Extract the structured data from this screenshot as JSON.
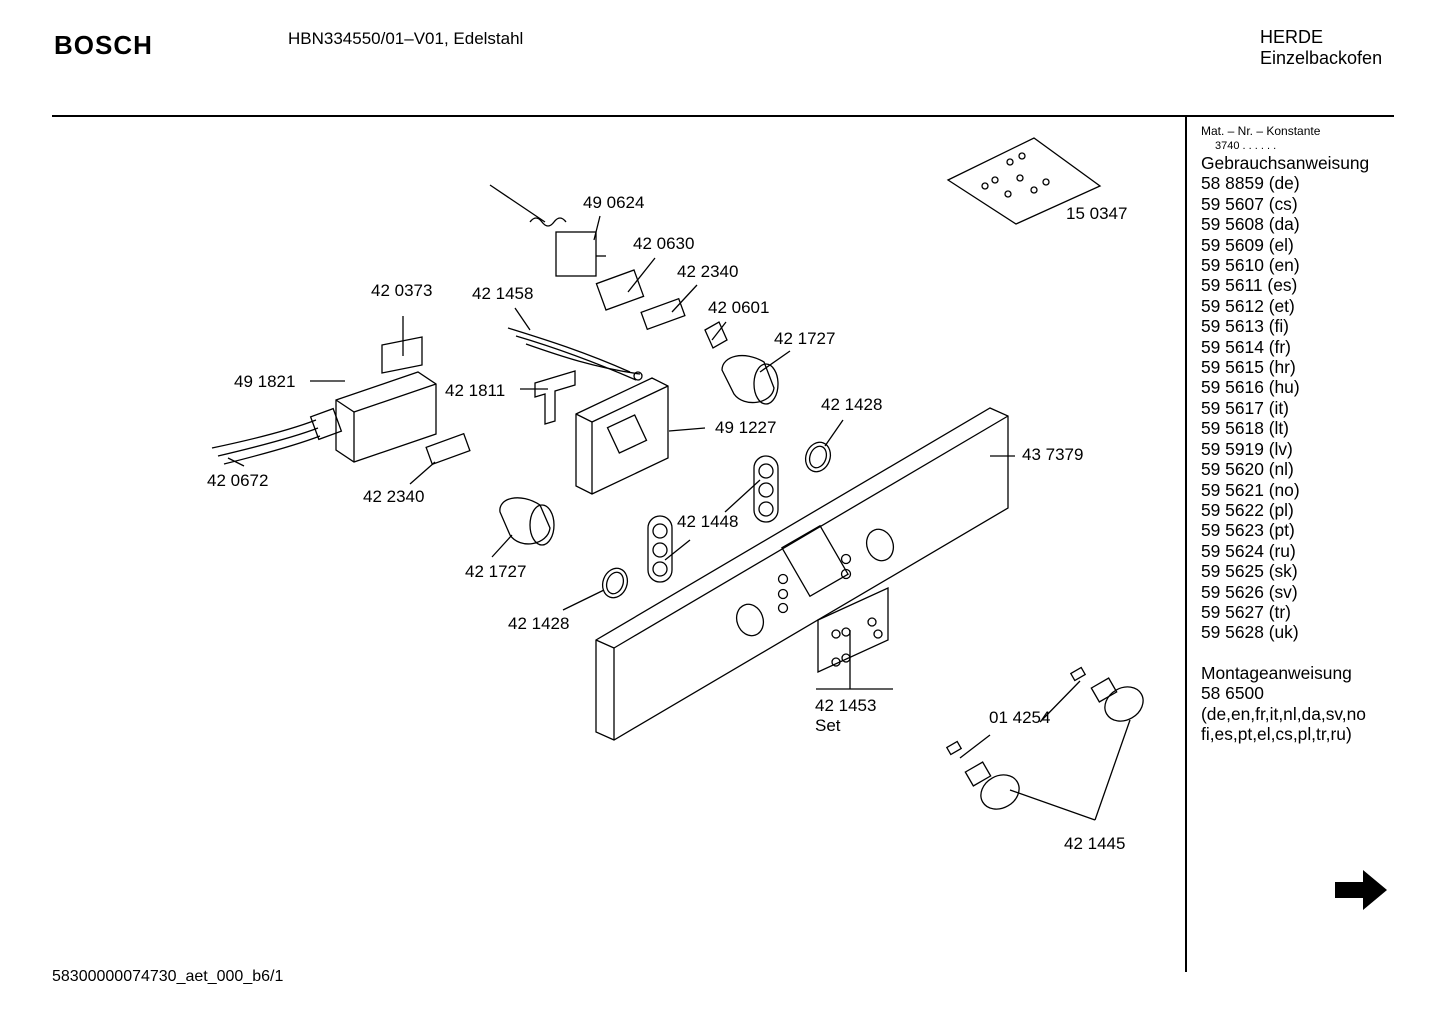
{
  "header": {
    "brand": "BOSCH",
    "model": "HBN334550/01–V01, Edelstahl",
    "category_line1": "HERDE",
    "category_line2": "Einzelbackofen"
  },
  "sidebar": {
    "mat_label": "Mat. – Nr. – Konstante",
    "mat_value": "3740 .  .  .  .  .  .",
    "manual_title": "Gebrauchsanweisung",
    "manuals": [
      "58 8859 (de)",
      "59 5607 (cs)",
      "59 5608 (da)",
      "59 5609 (el)",
      "59 5610 (en)",
      "59 5611 (es)",
      "59 5612 (et)",
      "59 5613 (fi)",
      "59 5614 (fr)",
      "59 5615 (hr)",
      "59 5616 (hu)",
      "59 5617 (it)",
      "59 5618 (lt)",
      "59 5919 (lv)",
      "59 5620 (nl)",
      "59 5621 (no)",
      "59 5622 (pl)",
      "59 5623 (pt)",
      "59 5624 (ru)",
      "59 5625 (sk)",
      "59 5626 (sv)",
      "59 5627 (tr)",
      "59 5628 (uk)"
    ],
    "mount_title": "Montageanweisung",
    "mount_number": "58 6500",
    "mount_lang1": "(de,en,fr,it,nl,da,sv,no",
    "mount_lang2": "fi,es,pt,el,cs,pl,tr,ru)"
  },
  "parts": {
    "p490624": "49 0624",
    "p420630": "42 0630",
    "p422340a": "42 2340",
    "p420373": "42 0373",
    "p421458": "42 1458",
    "p420601": "42 0601",
    "p421727a": "42 1727",
    "p491821": "49 1821",
    "p421811": "42 1811",
    "p421428a": "42 1428",
    "p491227": "49 1227",
    "p437379": "43 7379",
    "p420672": "42 0672",
    "p422340b": "42 2340",
    "p421448": "42 1448",
    "p421727b": "42 1727",
    "p421428b": "42 1428",
    "p421453": "42 1453",
    "p421453_set": "Set",
    "p014254": "01 4254",
    "p421445": "42 1445",
    "p150347": "15 0347"
  },
  "footer": {
    "doc_id": "58300000074730_aet_000_b6/1"
  },
  "icons": {
    "next": "arrow-right-icon"
  }
}
